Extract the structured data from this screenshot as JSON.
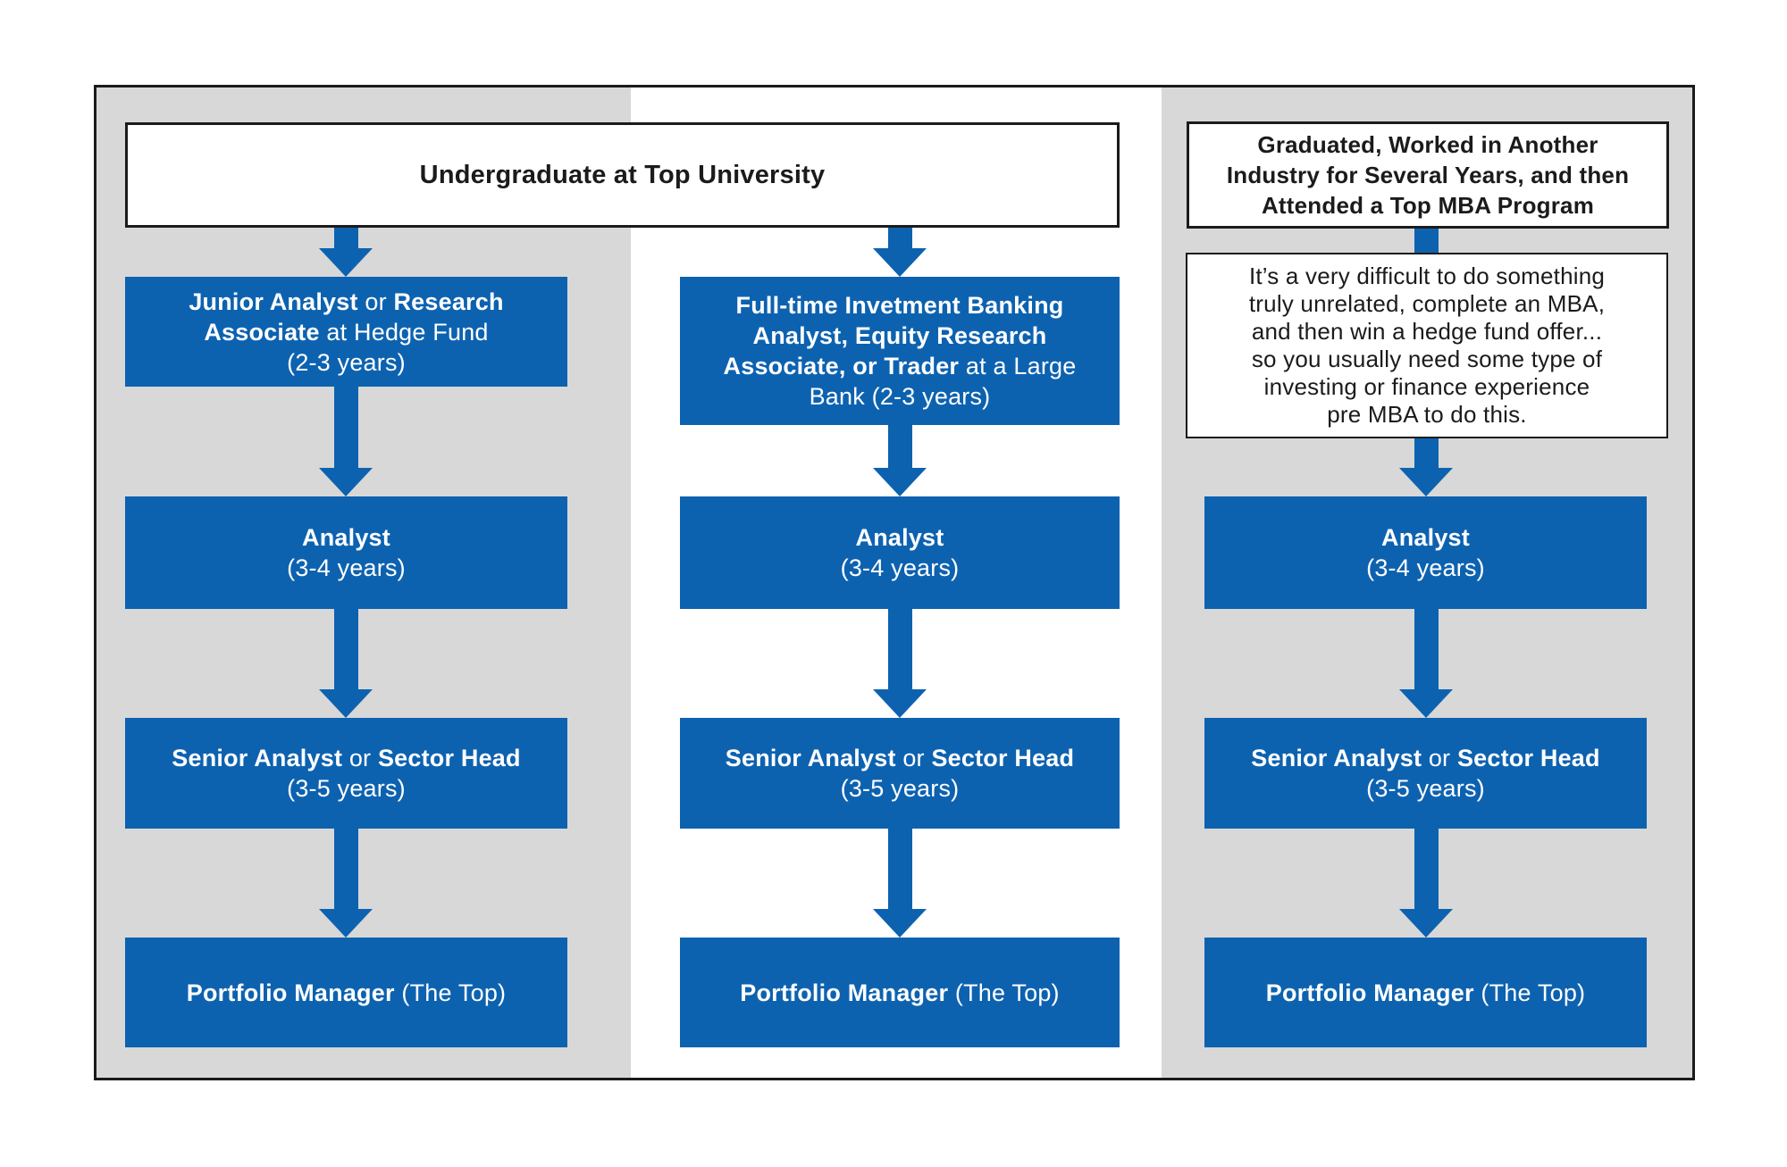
{
  "diagram": {
    "title_hidden": "",
    "colors": {
      "stage_blue": "#0d62b0",
      "panel_gray": "#d8d8d8",
      "border_black": "#1b1b1b",
      "stage_text": "#ffffff",
      "header_text": "#1b1b1b"
    },
    "headers": {
      "undergrad": "Undergraduate at Top University",
      "mba": "Graduated, Worked in Another\nIndustry for Several Years, and then\nAttended a Top MBA Program"
    },
    "note": "It’s a very difficult to do something\ntruly unrelated, complete an MBA,\nand then win a hedge fund offer...\nso you usually need some type of\ninvesting or finance experience\npre MBA to do this.",
    "columns": [
      {
        "name": "hedge-fund-direct-path",
        "boxes": [
          {
            "key": "junior-analyst",
            "segments": [
              {
                "text": "Junior Analyst",
                "bold": true
              },
              {
                "text": " or ",
                "bold": false
              },
              {
                "text": "Research\nAssociate",
                "bold": true
              },
              {
                "text": " at Hedge Fund\n(2-3 years)",
                "bold": false
              }
            ]
          },
          {
            "key": "analyst",
            "segments": [
              {
                "text": "Analyst",
                "bold": true
              },
              {
                "text": "\n(3-4 years)",
                "bold": false
              }
            ]
          },
          {
            "key": "senior-analyst",
            "segments": [
              {
                "text": "Senior Analyst",
                "bold": true
              },
              {
                "text": " or ",
                "bold": false
              },
              {
                "text": "Sector Head",
                "bold": true
              },
              {
                "text": "\n(3-5 years)",
                "bold": false
              }
            ]
          },
          {
            "key": "portfolio-manager",
            "segments": [
              {
                "text": "Portfolio Manager",
                "bold": true
              },
              {
                "text": " (The Top)",
                "bold": false
              }
            ]
          }
        ]
      },
      {
        "name": "banking-path",
        "boxes": [
          {
            "key": "banking-analyst",
            "segments": [
              {
                "text": "Full-time Invetment Banking\nAnalyst, Equity Research\nAssociate, or Trader",
                "bold": true
              },
              {
                "text": " at a Large\nBank (2-3 years)",
                "bold": false
              }
            ]
          },
          {
            "key": "analyst",
            "segments": [
              {
                "text": "Analyst",
                "bold": true
              },
              {
                "text": "\n(3-4 years)",
                "bold": false
              }
            ]
          },
          {
            "key": "senior-analyst",
            "segments": [
              {
                "text": "Senior Analyst",
                "bold": true
              },
              {
                "text": " or ",
                "bold": false
              },
              {
                "text": "Sector Head",
                "bold": true
              },
              {
                "text": "\n(3-5 years)",
                "bold": false
              }
            ]
          },
          {
            "key": "portfolio-manager",
            "segments": [
              {
                "text": "Portfolio Manager",
                "bold": true
              },
              {
                "text": " (The Top)",
                "bold": false
              }
            ]
          }
        ]
      },
      {
        "name": "mba-path",
        "boxes": [
          {
            "key": "analyst",
            "segments": [
              {
                "text": "Analyst",
                "bold": true
              },
              {
                "text": "\n(3-4 years)",
                "bold": false
              }
            ]
          },
          {
            "key": "senior-analyst",
            "segments": [
              {
                "text": "Senior Analyst",
                "bold": true
              },
              {
                "text": " or ",
                "bold": false
              },
              {
                "text": "Sector Head",
                "bold": true
              },
              {
                "text": "\n(3-5 years)",
                "bold": false
              }
            ]
          },
          {
            "key": "portfolio-manager",
            "segments": [
              {
                "text": "Portfolio Manager",
                "bold": true
              },
              {
                "text": " (The Top)",
                "bold": false
              }
            ]
          }
        ]
      }
    ]
  }
}
